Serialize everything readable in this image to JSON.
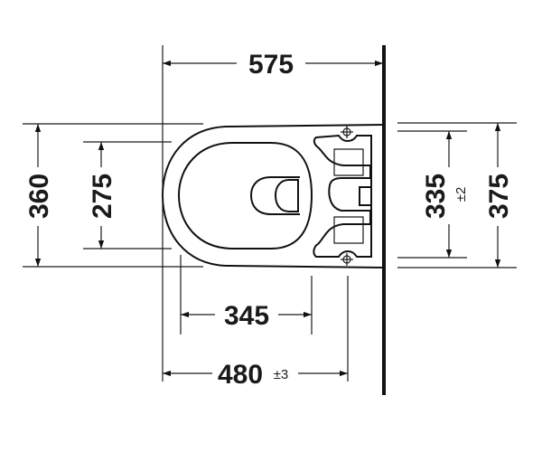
{
  "dimensions": {
    "overall_length": {
      "value": "575"
    },
    "overall_width": {
      "value": "360"
    },
    "seat_width": {
      "value": "275"
    },
    "seat_length": {
      "value": "345"
    },
    "fixing_distance": {
      "value": "480",
      "tolerance": "±3"
    },
    "bolt_spacing": {
      "value": "335",
      "tolerance": "±2"
    },
    "mount_width": {
      "value": "375"
    }
  }
}
